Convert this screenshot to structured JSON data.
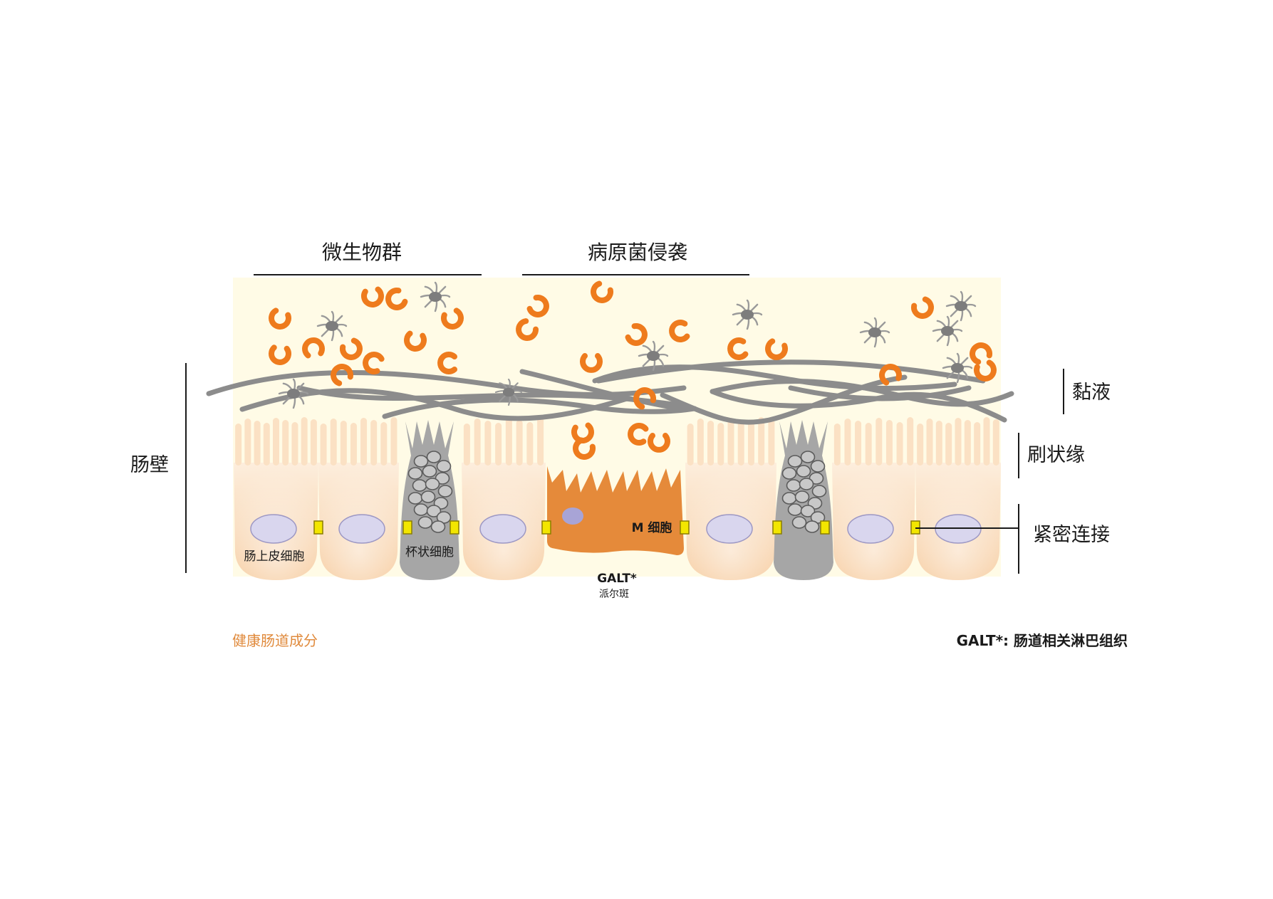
{
  "labels": {
    "microbiota": "微生物群",
    "pathogen_invasion": "病原菌侵袭",
    "intestinal_wall": "肠壁",
    "mucus": "黏液",
    "brush_border": "刷状缘",
    "tight_junction": "紧密连接",
    "epithelial_cell": "肠上皮细胞",
    "goblet_cell": "杯状细胞",
    "m_cell": "M 细胞",
    "galt": "GALT*",
    "peyers_patch": "派尔斑",
    "healthy_gut": "健康肠道成分",
    "galt_footnote": "GALT*: 肠道相关淋巴组织"
  },
  "colors": {
    "mucus_layer": "#fffbe6",
    "epithelium": "#f8d2a9",
    "nucleus": "#d9d6ee",
    "goblet": "#a6a6a6",
    "m_cell": "#e58a3a",
    "bacteria": "#ee7b1d",
    "fiber": "#8c8c8c",
    "junction": "#f3e600",
    "accent_text": "#e08a3c"
  },
  "icons": {
    "bacteria": "orange-c-shaped-bacterium-icon",
    "virus": "grey-spiky-microbe-icon"
  }
}
